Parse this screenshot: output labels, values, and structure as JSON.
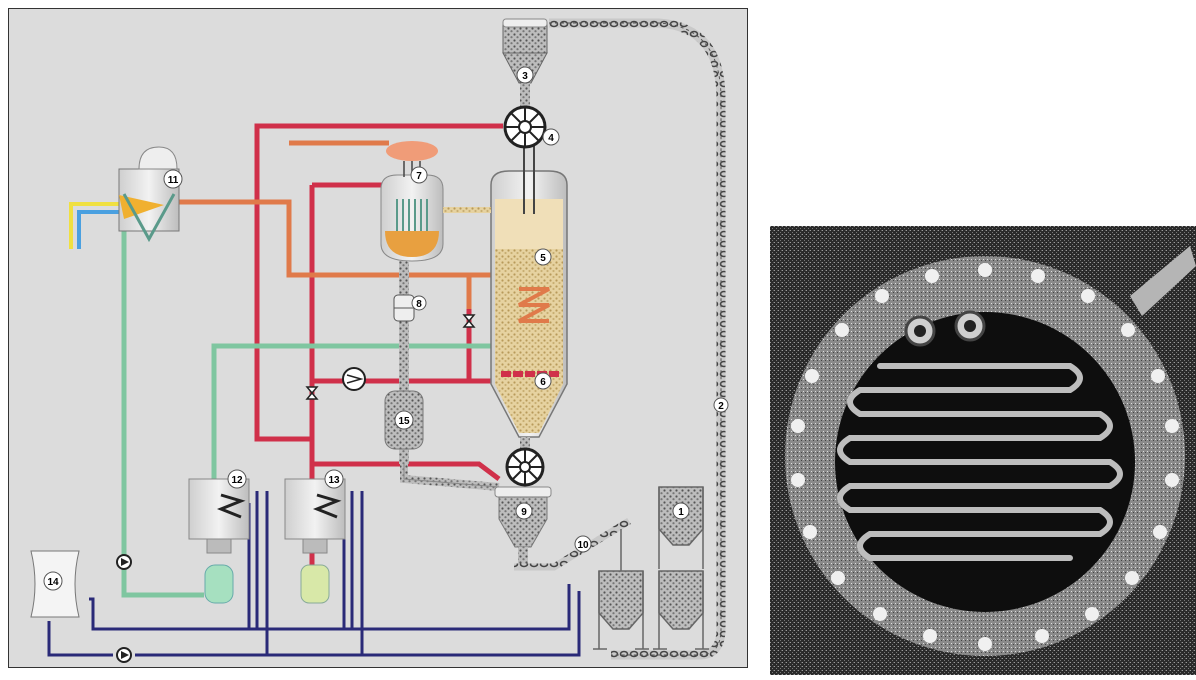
{
  "diagram": {
    "component_labels": [
      "1",
      "2",
      "3",
      "4",
      "5",
      "6",
      "7",
      "8",
      "9",
      "10",
      "11",
      "12",
      "13",
      "14",
      "15"
    ]
  },
  "photo": {
    "subject": "flanged-heat-exchanger-tube-coil"
  },
  "colors": {
    "hot_line": "#d0304a",
    "warm_line": "#e07a4a",
    "cool_line": "#7fc6a0",
    "water_line": "#2a2a78",
    "inlet_yellow": "#f0e040",
    "inlet_blue": "#4aa0e0",
    "chain": "#555555",
    "panel_bg": "#dcdcdc"
  }
}
